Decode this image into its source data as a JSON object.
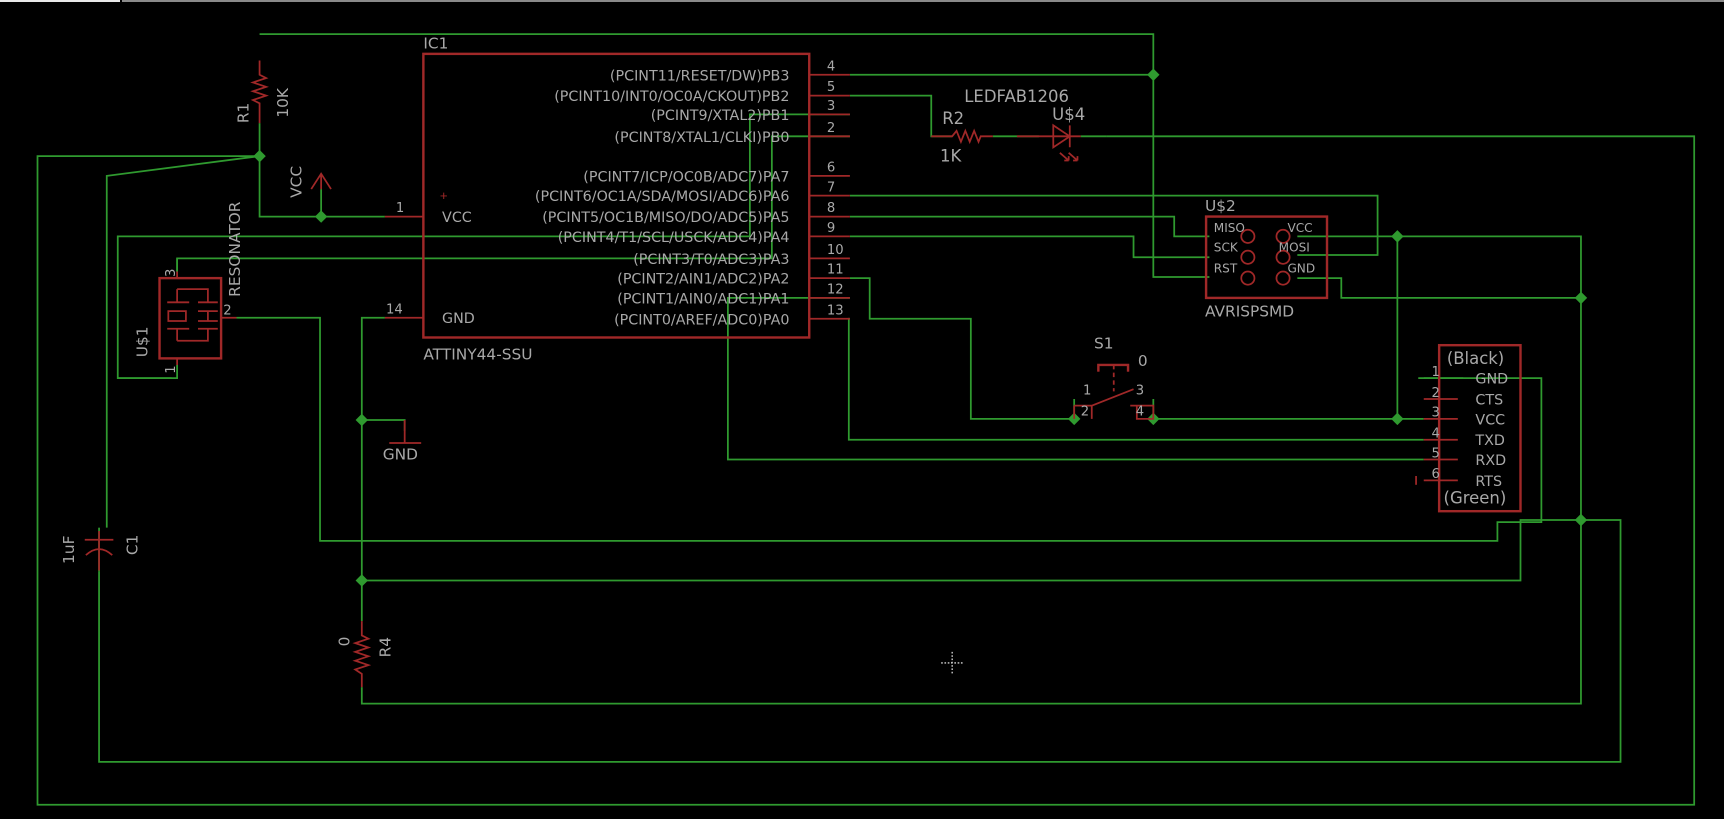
{
  "app": {
    "view": "EAGLE schematic editor"
  },
  "colors": {
    "background": "#000000",
    "net": "#2f9a2f",
    "part": "#a02828",
    "text": "#a8a8a8"
  },
  "ic1": {
    "name": "IC1",
    "value": "ATTINY44-SSU",
    "left_pins": [
      {
        "num": "1",
        "label": "VCC"
      },
      {
        "num": "14",
        "label": "GND"
      }
    ],
    "right_pins": [
      {
        "num": "4",
        "label": "(PCINT11/RESET/DW)PB3"
      },
      {
        "num": "5",
        "label": "(PCINT10/INT0/OC0A/CKOUT)PB2"
      },
      {
        "num": "3",
        "label": "(PCINT9/XTAL2)PB1"
      },
      {
        "num": "2",
        "label": "(PCINT8/XTAL1/CLKI)PB0"
      },
      {
        "num": "6",
        "label": "(PCINT7/ICP/OC0B/ADC7)PA7"
      },
      {
        "num": "7",
        "label": "(PCINT6/OC1A/SDA/MOSI/ADC6)PA6"
      },
      {
        "num": "8",
        "label": "(PCINT5/OC1B/MISO/DO/ADC5)PA5"
      },
      {
        "num": "9",
        "label": "(PCINT4/T1/SCL/USCK/ADC4)PA4"
      },
      {
        "num": "10",
        "label": "(PCINT3/T0/ADC3)PA3"
      },
      {
        "num": "11",
        "label": "(PCINT2/AIN1/ADC2)PA2"
      },
      {
        "num": "12",
        "label": "(PCINT1/AIN0/ADC1)PA1"
      },
      {
        "num": "13",
        "label": "(PCINT0/AREF/ADC0)PA0"
      }
    ]
  },
  "r1": {
    "name": "R1",
    "value": "10K"
  },
  "r2": {
    "name": "R2",
    "value": "1K"
  },
  "r4": {
    "name": "R4",
    "value": "0"
  },
  "c1": {
    "name": "C1",
    "value": "1uF"
  },
  "led": {
    "name": "U$4",
    "value": "LEDFAB1206"
  },
  "resonator": {
    "name": "U$1",
    "value": "RESONATOR",
    "pins": [
      "3",
      "2",
      "1"
    ]
  },
  "vcc_symbol": {
    "label": "VCC"
  },
  "gnd_symbol": {
    "label": "GND"
  },
  "isp": {
    "name": "U$2",
    "value": "AVRISPSMD",
    "left_pins": [
      "MISO",
      "SCK",
      "RST"
    ],
    "right_pins": [
      "VCC",
      "MOSI",
      "GND"
    ]
  },
  "switch": {
    "name": "S1",
    "value": "0",
    "pins": [
      "1",
      "2",
      "3",
      "4"
    ]
  },
  "ftdi": {
    "top_label": "(Black)",
    "bottom_label": "(Green)",
    "pins": [
      {
        "num": "1",
        "label": "GND"
      },
      {
        "num": "2",
        "label": "CTS"
      },
      {
        "num": "3",
        "label": "VCC"
      },
      {
        "num": "4",
        "label": "TXD"
      },
      {
        "num": "5",
        "label": "RXD"
      },
      {
        "num": "6",
        "label": "RTS"
      }
    ]
  }
}
